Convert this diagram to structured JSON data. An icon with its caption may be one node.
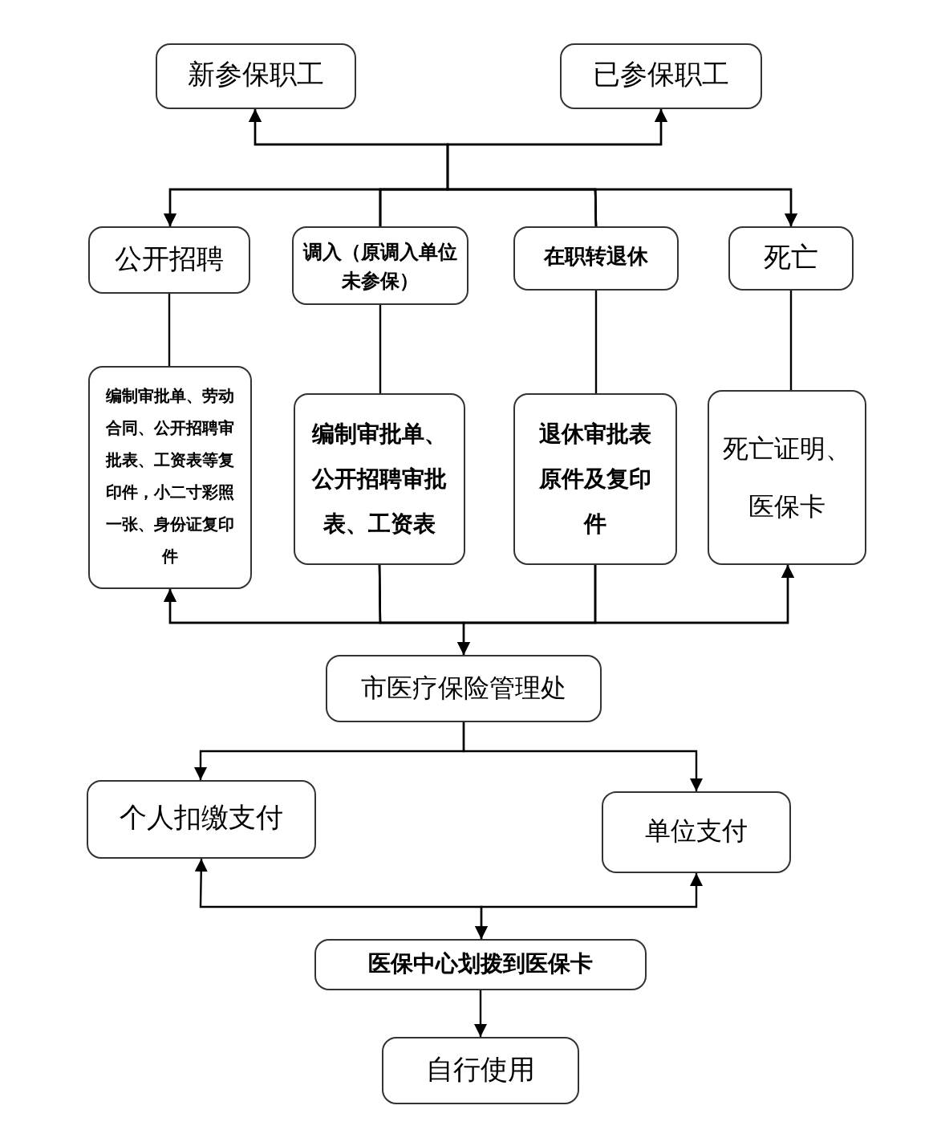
{
  "diagram": {
    "nodes": [
      {
        "text": [
          "新参保职工"
        ]
      },
      {
        "text": [
          "已参保职工"
        ]
      },
      {
        "text": [
          "公开招聘"
        ]
      },
      {
        "text": [
          "调入（原调入单位未参保）"
        ]
      },
      {
        "text": [
          "在职转退休"
        ]
      },
      {
        "text": [
          "死亡"
        ]
      },
      {
        "text": [
          "编制审批单、劳动合同、公开招聘审批表、工资表等复印件，小二寸彩照一张、身份证复印件"
        ]
      },
      {
        "text": [
          "编制审批单、公开招聘审批表、工资表"
        ]
      },
      {
        "text": [
          "退休审批表原件及复印件"
        ]
      },
      {
        "text": [
          "死亡证明、医保卡"
        ]
      },
      {
        "text": [
          "市医疗保险管理处"
        ]
      },
      {
        "text": [
          "个人扣缴支付"
        ]
      },
      {
        "text": [
          "单位支付"
        ]
      },
      {
        "text": [
          "医保中心划拨到医保卡"
        ]
      },
      {
        "text": [
          "自行使用"
        ]
      }
    ],
    "edges": [
      {
        "from": 3,
        "to": 0,
        "arrow": "to"
      },
      {
        "from": 3,
        "to": 1,
        "arrow": "to"
      },
      {
        "from": 3,
        "to": 2,
        "arrow": "to"
      },
      {
        "from": 3,
        "to": 5,
        "arrow": "to"
      },
      {
        "from": 4,
        "to": 0,
        "arrow": "to"
      },
      {
        "from": 4,
        "to": 1,
        "arrow": "to"
      },
      {
        "from": 4,
        "to": 2,
        "arrow": "to"
      },
      {
        "from": 4,
        "to": 5,
        "arrow": "to"
      },
      {
        "from": 2,
        "to": 6,
        "arrow": "none"
      },
      {
        "from": 3,
        "to": 7,
        "arrow": "none"
      },
      {
        "from": 4,
        "to": 8,
        "arrow": "none"
      },
      {
        "from": 5,
        "to": 9,
        "arrow": "none"
      },
      {
        "from": 7,
        "to": 6,
        "arrow": "to"
      },
      {
        "from": 7,
        "to": 9,
        "arrow": "to"
      },
      {
        "from": 7,
        "to": 10,
        "arrow": "to"
      },
      {
        "from": 8,
        "to": 6,
        "arrow": "to"
      },
      {
        "from": 8,
        "to": 9,
        "arrow": "to"
      },
      {
        "from": 8,
        "to": 10,
        "arrow": "to"
      },
      {
        "from": 10,
        "to": 11,
        "arrow": "to"
      },
      {
        "from": 10,
        "to": 12,
        "arrow": "to"
      },
      {
        "from": 11,
        "to": 13,
        "arrow": "both"
      },
      {
        "from": 12,
        "to": 13,
        "arrow": "both"
      },
      {
        "from": 13,
        "to": 14,
        "arrow": "to"
      }
    ]
  }
}
